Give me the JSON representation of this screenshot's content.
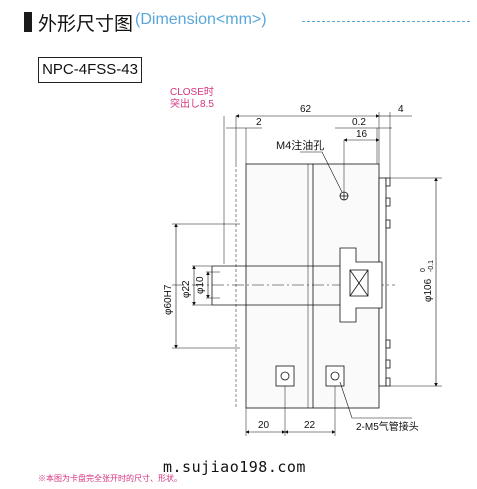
{
  "header": {
    "title": "外形尺寸图",
    "subtitle": "(Dimension<mm>)"
  },
  "model": "NPC-4FSS-43",
  "annotations": {
    "close_line1": "CLOSE时",
    "close_line2": "突出し8.5",
    "dim_62": "62",
    "dim_4": "4",
    "dim_2": "2",
    "dim_0_2": "0.2",
    "dim_16": "16",
    "m4_hole": "M4注油孔",
    "dia_60": "φ60H7",
    "dia_22": "φ22",
    "dia_10": "φ10",
    "dia_106": "φ106",
    "dia_106_tol": "-0.1",
    "dia_106_tol_top": "0",
    "dim_20": "20",
    "dim_22": "22",
    "air_port": "2-M5气管接头"
  },
  "watermark": "m.sujiao198.com",
  "footnote": "※本图为卡盘完全张开时的尺寸、形状。",
  "colors": {
    "accent": "#59a7d9",
    "highlight": "#d6337f"
  }
}
